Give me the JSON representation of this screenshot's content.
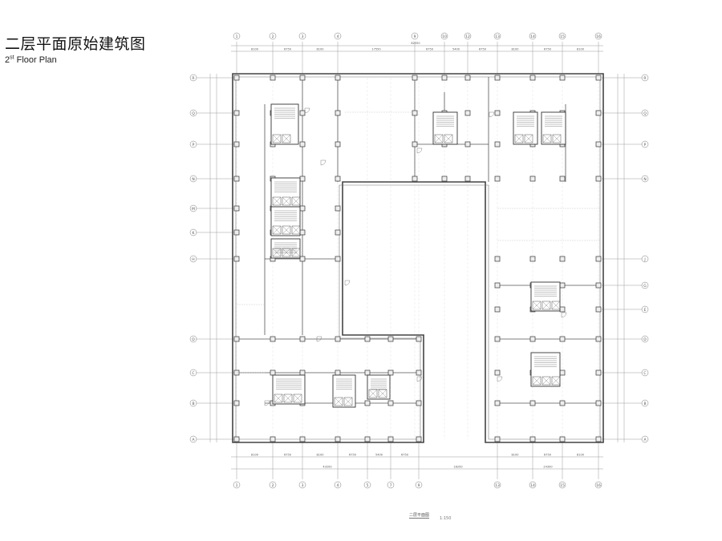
{
  "title": "二层平面原始建筑图",
  "subtitle": {
    "prefix": "2",
    "sup": "st",
    "text": " Floor Plan"
  },
  "plan": {
    "caption": "二层平面图",
    "scale": "1:150",
    "top_axes": [
      "1",
      "2",
      "3",
      "4",
      "9",
      "10",
      "12",
      "13",
      "14",
      "15",
      "16"
    ],
    "bottom_axes": [
      "1",
      "2",
      "3",
      "4",
      "5",
      "7",
      "9",
      "13",
      "14",
      "15",
      "16"
    ],
    "left_axes": [
      "R",
      "Q",
      "P",
      "N",
      "M",
      "K",
      "H",
      "D",
      "C",
      "B",
      "A"
    ],
    "right_axes": [
      "R",
      "Q",
      "P",
      "N",
      "J",
      "G",
      "E",
      "D",
      "C",
      "B",
      "A"
    ],
    "top_dims": [
      "8100",
      "6750",
      "8100",
      "17550",
      "6750",
      "5400",
      "6750",
      "8100",
      "6750",
      "8100"
    ],
    "top_total": "82350",
    "bottom_dims": [
      "8100",
      "6750",
      "8100",
      "6750",
      "5400",
      "6750",
      "8100",
      "6750",
      "8100"
    ],
    "bottom_totals": [
      "43200",
      "16200",
      "24300"
    ]
  }
}
